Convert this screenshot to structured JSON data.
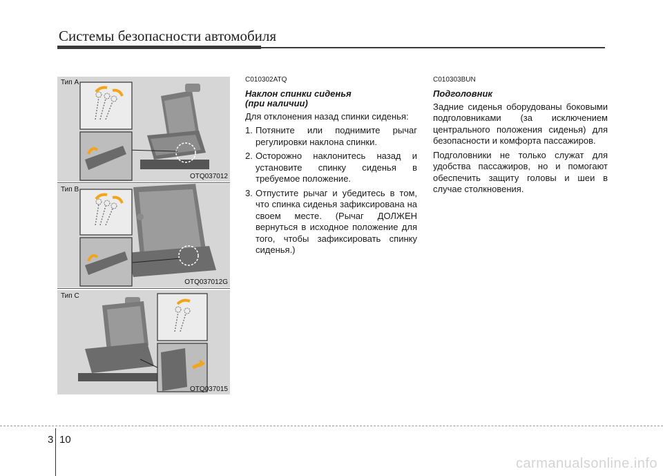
{
  "header": {
    "title": "Системы безопасности автомобиля"
  },
  "figures": [
    {
      "type_label": "Тип A",
      "code": "OTQ037012"
    },
    {
      "type_label": "Тип B",
      "code": "OTQ037012G"
    },
    {
      "type_label": "Тип C",
      "code": "OTQ037015"
    }
  ],
  "recline": {
    "code": "C010302ATQ",
    "title_line1": "Наклон спинки сиденья",
    "title_line2": "(при наличии)",
    "intro": "Для отклонения назад спинки сиденья:",
    "steps": [
      {
        "num": "1.",
        "text": "Потяните или поднимите рычаг регулировки наклона спинки."
      },
      {
        "num": "2.",
        "text": "Осторожно наклонитесь назад и установите спинку сиденья в требуемое положение."
      },
      {
        "num": "3.",
        "text": "Отпустите рычаг и убедитесь в том, что спинка сиденья зафиксирована на своем месте. (Рычаг ДОЛЖЕН вернуться в исходное положение для того, чтобы зафиксировать спинку сиденья.)"
      }
    ]
  },
  "headrest": {
    "code": "C010303BUN",
    "title": "Подголовник",
    "para1": "Задние сиденья оборудованы боковыми подголовниками (за исключением центрального положения сиденья) для безопасности и комфорта пассажиров.",
    "para2": "Подголовники не только служат для удобства пассажиров, но и помогают обеспечить защиту головы и шеи в случае столкновения."
  },
  "footer": {
    "chapter": "3",
    "page": "10",
    "watermark": "carmanualsonline.info"
  },
  "colors": {
    "rule": "#3a3a3a",
    "figure_bg": "#d9d9d9",
    "arrow": "#f2a51a",
    "watermark": "#d4d4d4"
  }
}
